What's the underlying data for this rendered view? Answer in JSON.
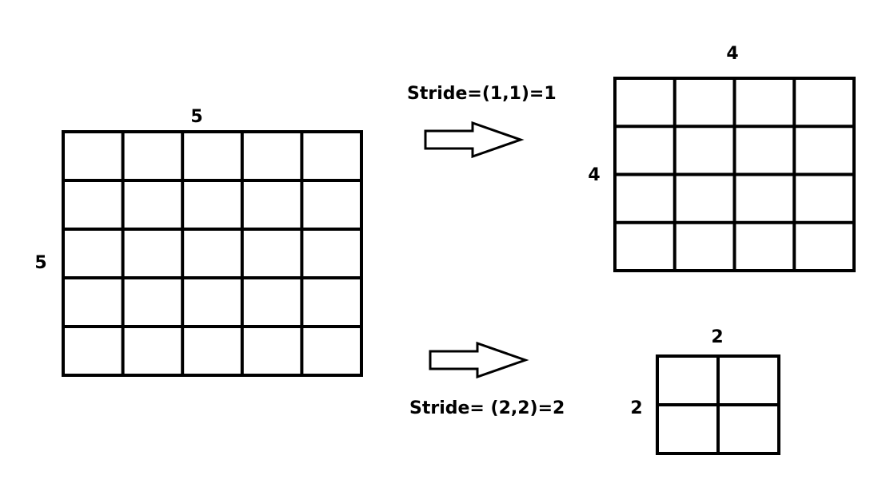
{
  "input_grid": {
    "rows": 5,
    "cols": 5,
    "width_label": "5",
    "height_label": "5"
  },
  "output_stride1": {
    "rows": 4,
    "cols": 4,
    "width_label": "4",
    "height_label": "4",
    "stride_label": "Stride=(1,1)=1"
  },
  "output_stride2": {
    "rows": 2,
    "cols": 2,
    "width_label": "2",
    "height_label": "2",
    "stride_label": "Stride= (2,2)=2"
  }
}
